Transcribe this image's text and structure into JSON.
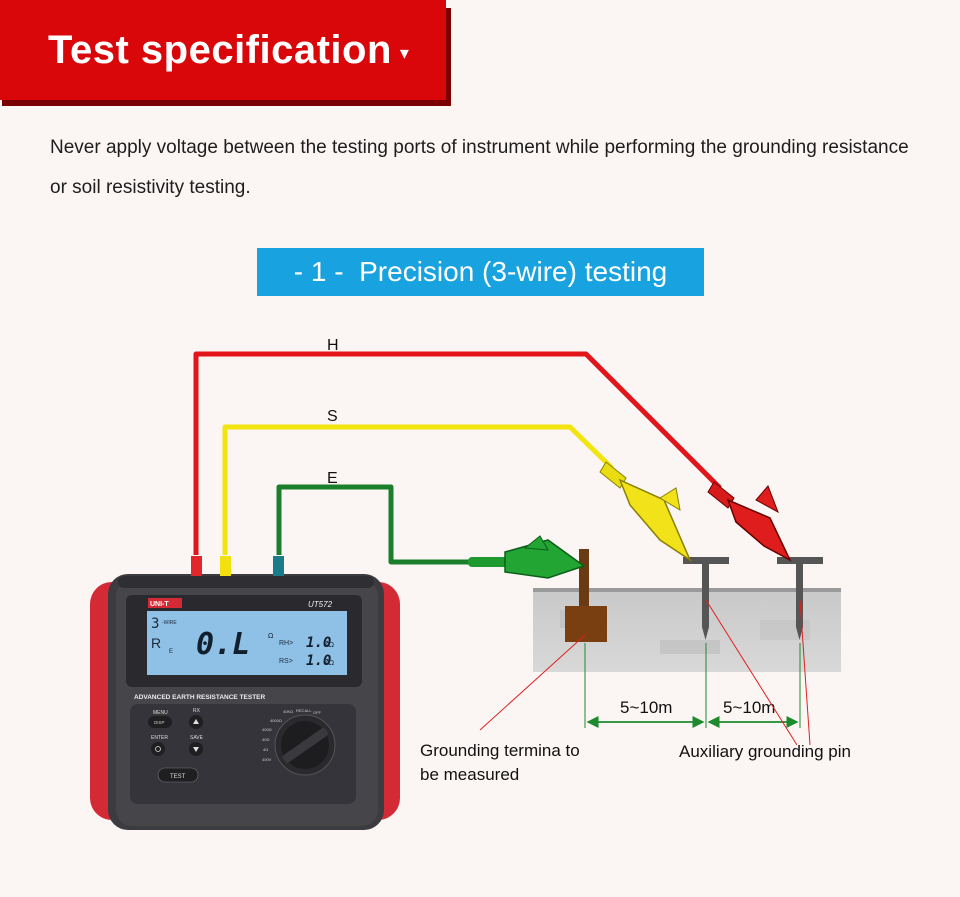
{
  "header": {
    "title": "Test specification",
    "marker": "▾"
  },
  "intro": {
    "text": "Never apply voltage between the testing ports of instrument while performing the grounding resistance or soil resistivity testing."
  },
  "section": {
    "title": "- 1 -  Precision (3-wire) testing"
  },
  "diagram": {
    "wires": {
      "h": "H",
      "s": "S",
      "e": "E"
    },
    "distances": {
      "first": "5~10m",
      "second": "5~10m"
    },
    "callouts": {
      "ground_terminal_line1": "Grounding termina to",
      "ground_terminal_line2": "be measured",
      "aux_pin": "Auxiliary grounding pin"
    },
    "colors": {
      "h_wire": "#e3141a",
      "s_wire": "#f3e40e",
      "e_wire": "#1a7e2a",
      "accent": "#d9060a",
      "banner": "#18a3e0"
    }
  },
  "device": {
    "brand": "UNI-T",
    "model": "UT572",
    "lcd": {
      "mode_number": "3",
      "mode_label": "-WIRE",
      "main_reading": "0.L",
      "unit_ohm": "Ω",
      "sub_e": "E",
      "rh_label": "RH>",
      "rh_value": "1.0",
      "rh_unit": "KΩ",
      "rs_label": "RS>",
      "rs_value": "1.0",
      "rs_unit": "KΩ"
    },
    "panel_title": "ADVANCED EARTH RESISTANCE TESTER",
    "buttons": {
      "menu": "MENU",
      "disp": "DISP",
      "rx": "RX",
      "enter": "ENTER",
      "save": "SAVE",
      "test": "TEST"
    },
    "dial": {
      "pos1": "40KΩ",
      "pos2": "RECALL",
      "pos3": "OFF",
      "pos4": "400Ω",
      "pos5": "40Ω",
      "pos6": "4Ω",
      "pos7": "400V",
      "pos8": "4000Ω"
    }
  }
}
